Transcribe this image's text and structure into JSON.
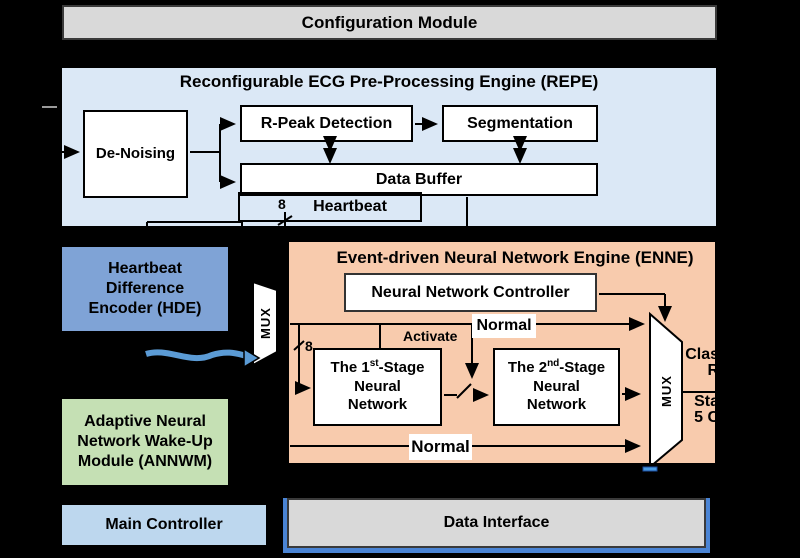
{
  "colors": {
    "background": "#000000",
    "gray_module": "#d9d9d9",
    "repe_bg": "#dbe8f6",
    "enne_bg": "#f8cbad",
    "hde_bg": "#7fa3d6",
    "annwm_bg": "#c5e0b4",
    "main_controller_bg": "#bdd7ee",
    "data_interface_accent": "#4a84d4",
    "swoosh_blue": "#5b9bd5",
    "wire": "#000000"
  },
  "config_module": {
    "label": "Configuration Module"
  },
  "repe": {
    "title": "Reconfigurable ECG Pre-Processing Engine (REPE)",
    "de_noising": "De-Noising",
    "r_peak": "R-Peak Detection",
    "segmentation": "Segmentation",
    "data_buffer": "Data Buffer",
    "bus_width": "8",
    "bus_label": "Heartbeat"
  },
  "hde": {
    "lines": [
      "Heartbeat",
      "Difference",
      "Encoder (HDE)"
    ]
  },
  "mux_left": {
    "label": "MUX"
  },
  "annwm": {
    "lines": [
      "Adaptive Neural",
      "Network Wake-Up",
      "Module (ANNWM)"
    ]
  },
  "main_controller": {
    "label": "Main Controller"
  },
  "enne": {
    "title": "Event-driven Neural Network Engine (ENNE)",
    "controller": "Neural Network Controller",
    "nn1": {
      "l1a": "The 1",
      "sup": "st",
      "l1b": "-Stage",
      "l2": "Neural",
      "l3": "Network"
    },
    "nn2": {
      "l1a": "The 2",
      "sup": "nd",
      "l1b": "-Stage",
      "l2": "Neural",
      "l3": "Network"
    },
    "activate": "Activate",
    "normal_top": "Normal",
    "normal_bottom": "Normal",
    "bus_width": "8",
    "mux": "MUX",
    "out_clipped": {
      "line1": "Clas",
      "line2": "R",
      "line3": "Sta",
      "line4": "5 C"
    }
  },
  "data_interface": {
    "label": "Data Interface"
  }
}
